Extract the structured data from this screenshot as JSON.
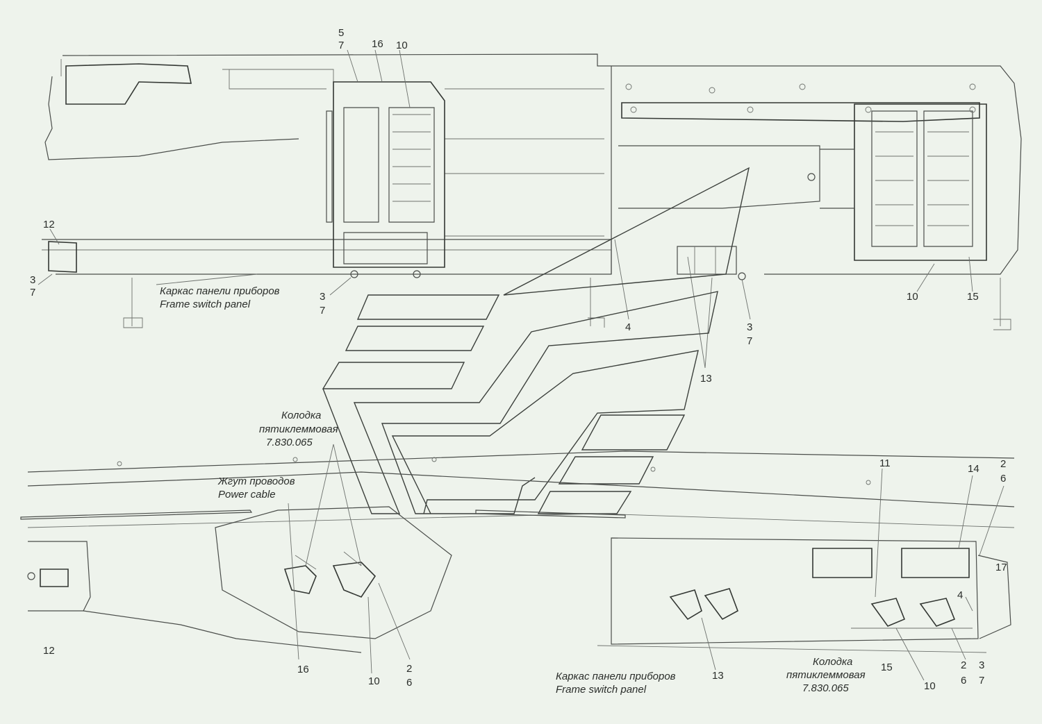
{
  "top_view": {
    "callouts": {
      "c_5_7": [
        "5",
        "7"
      ],
      "c_16": "16",
      "c_10_a": "10",
      "c_12": "12",
      "c_3_7_left": [
        "3",
        "7"
      ],
      "c_3_7_mid": [
        "3",
        "7"
      ],
      "c_4": "4",
      "c_3_7_right": [
        "3",
        "7"
      ],
      "c_13": "13",
      "c_10_b": "10",
      "c_15": "15"
    },
    "frame_caption": [
      "Каркас панели приборов",
      "Frame switch panel"
    ]
  },
  "bottom_view": {
    "connector_caption": [
      "Колодка",
      "пятиклеммовая",
      "7.830.065"
    ],
    "harness_caption": [
      "Жгут проводов",
      "Power cable"
    ],
    "callouts": {
      "c_11": "11",
      "c_14": "14",
      "c_2_6_top": [
        "2",
        "6"
      ],
      "c_17": "17",
      "c_4": "4",
      "c_12": "12",
      "c_16": "16",
      "c_10_a": "10",
      "c_2_6_a": [
        "2",
        "6"
      ],
      "c_13": "13",
      "c_15": "15",
      "c_10_b": "10",
      "c_2_6_b": [
        "2",
        "6"
      ],
      "c_3_7": [
        "3",
        "7"
      ]
    },
    "frame_caption": [
      "Каркас панели приборов",
      "Frame switch panel"
    ],
    "connector_caption_right": [
      "Колодка",
      "пятиклеммовая",
      "7.830.065"
    ]
  }
}
